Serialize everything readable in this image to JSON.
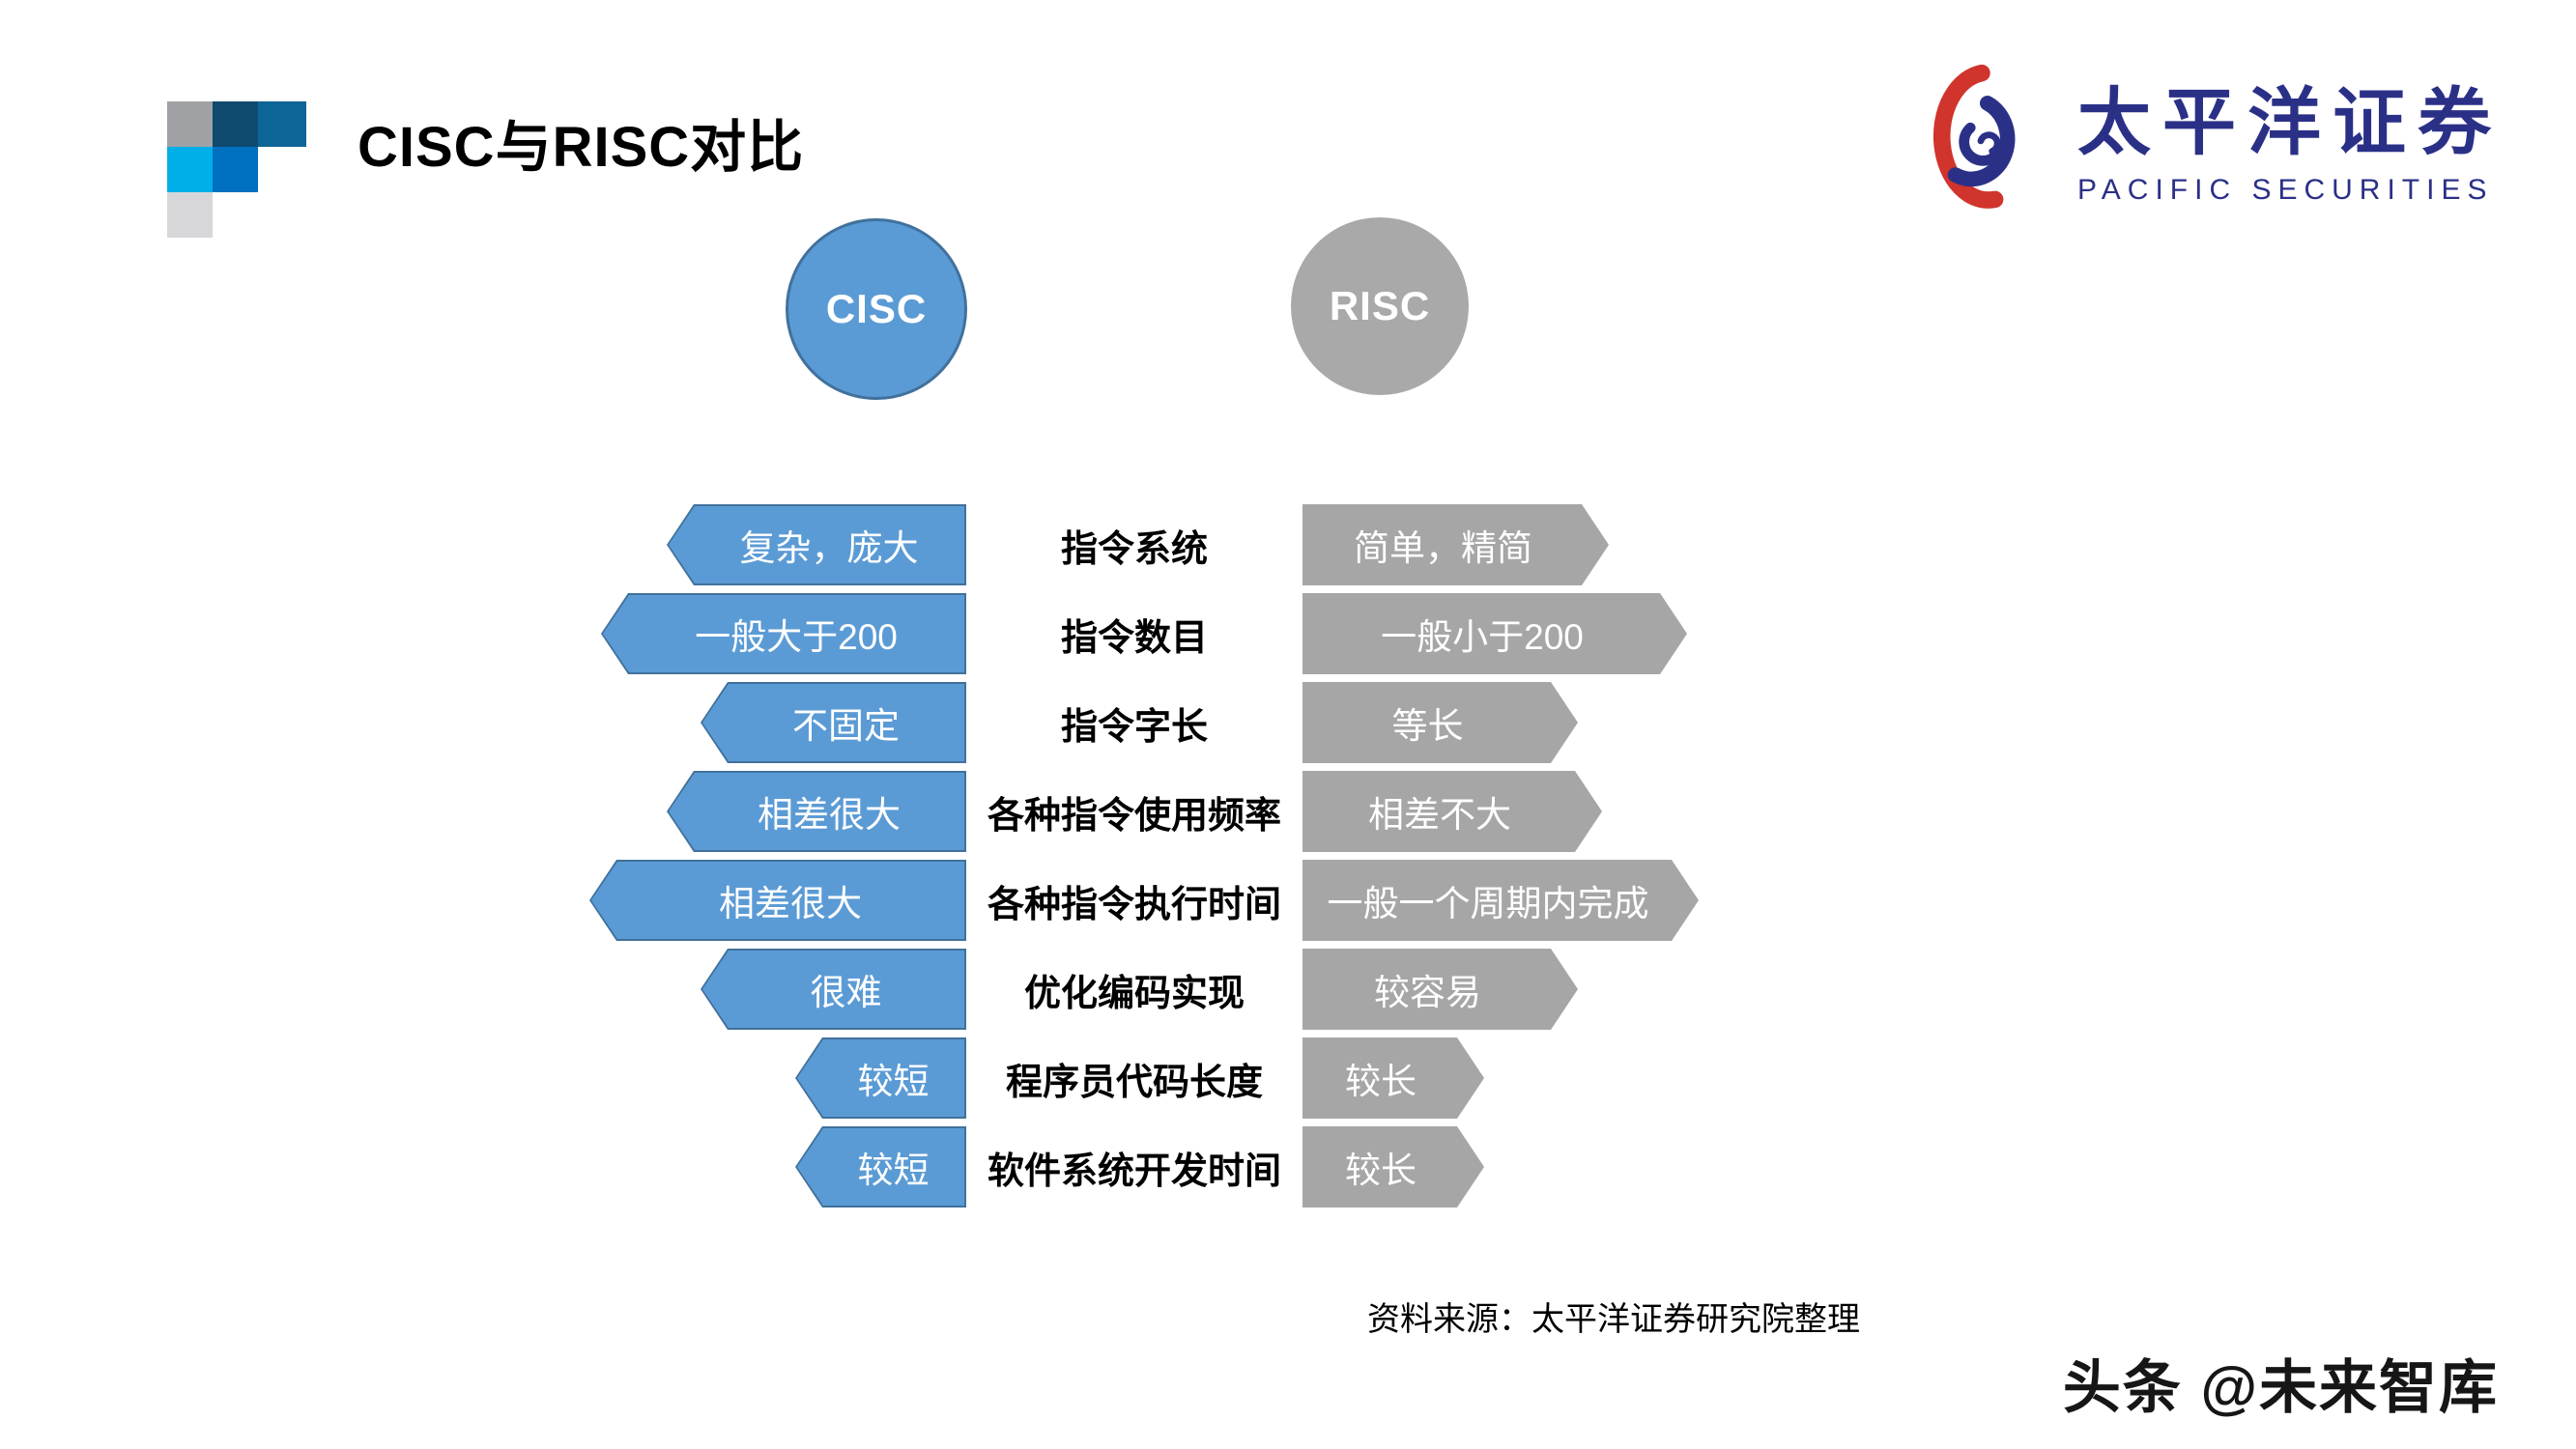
{
  "title": "CISC与RISC对比",
  "brand": {
    "name_zh": "太平洋证券",
    "name_en": "PACIFIC SECURITIES"
  },
  "circles": {
    "cisc_label": "CISC",
    "risc_label": "RISC"
  },
  "rows": [
    {
      "cisc": "复杂，庞大",
      "label": "指令系统",
      "risc": "简单，精简",
      "cisc_w": 310,
      "risc_w": 317
    },
    {
      "cisc": "一般大于200",
      "label": "指令数目",
      "risc": "一般小于200",
      "cisc_w": 378,
      "risc_w": 398
    },
    {
      "cisc": "不固定",
      "label": "指令字长",
      "risc": "等长",
      "cisc_w": 275,
      "risc_w": 285
    },
    {
      "cisc": "相差很大",
      "label": "各种指令使用频率",
      "risc": "相差不大",
      "cisc_w": 310,
      "risc_w": 310
    },
    {
      "cisc": "相差很大",
      "label": "各种指令执行时间",
      "risc": "一般一个周期内完成",
      "cisc_w": 390,
      "risc_w": 410
    },
    {
      "cisc": "很难",
      "label": "优化编码实现",
      "risc": "较容易",
      "cisc_w": 275,
      "risc_w": 285
    },
    {
      "cisc": "较短",
      "label": "程序员代码长度",
      "risc": "较长",
      "cisc_w": 177,
      "risc_w": 188
    },
    {
      "cisc": "较短",
      "label": "软件系统开发时间",
      "risc": "较长",
      "cisc_w": 177,
      "risc_w": 188
    }
  ],
  "source_note": "资料来源：太平洋证券研究院整理",
  "watermark": "头条 @未来智库",
  "palette": {
    "blue": "#5B9BD5",
    "blue_border": "#41719C",
    "gray": "#A6A6A6",
    "circle_gray": "#A9A9A9",
    "navy": "#2B3087",
    "logo_red": "#D0342C",
    "square_colors": [
      "#9FA1A4",
      "#0E4A6D",
      "#0D6496",
      "#00AEE8",
      "#0070C0",
      "#D7D7D9"
    ]
  },
  "layout": {
    "row_top_start": 522,
    "row_pitch": 92
  }
}
